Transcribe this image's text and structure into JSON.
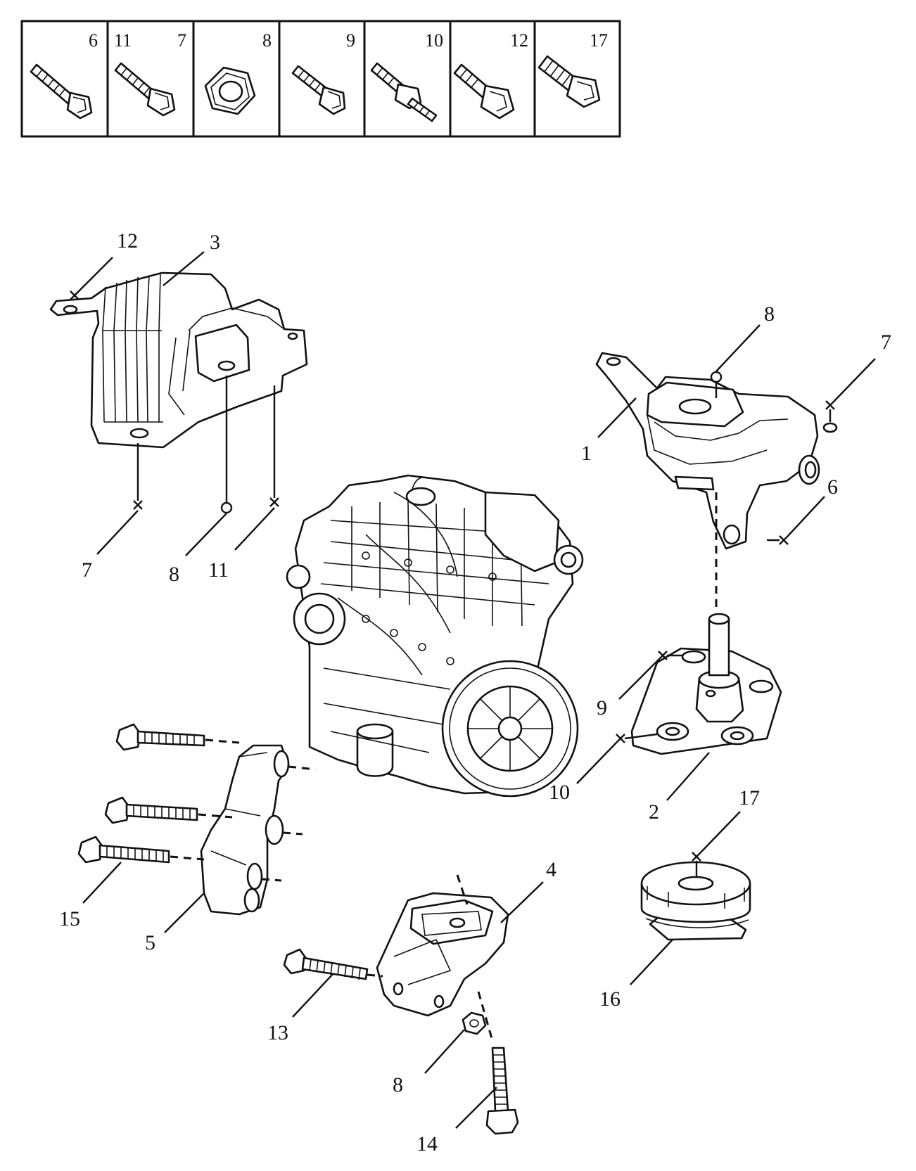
{
  "fastener_key": {
    "boxes": [
      {
        "labels": [
          "6"
        ]
      },
      {
        "labels": [
          "11",
          "7"
        ]
      },
      {
        "labels": [
          "8"
        ]
      },
      {
        "labels": [
          "9"
        ]
      },
      {
        "labels": [
          "10"
        ]
      },
      {
        "labels": [
          "12"
        ]
      },
      {
        "labels": [
          "17"
        ]
      }
    ]
  },
  "callouts": {
    "c12_top": "12",
    "c3": "3",
    "c7_left": "7",
    "c8_left": "8",
    "c11": "11",
    "c8_right": "8",
    "c7_right": "7",
    "c1": "1",
    "c6": "6",
    "c9": "9",
    "c10": "10",
    "c2": "2",
    "c17": "17",
    "c16": "16",
    "c4": "4",
    "c15": "15",
    "c5": "5",
    "c13": "13",
    "c8_bottom": "8",
    "c14": "14"
  }
}
